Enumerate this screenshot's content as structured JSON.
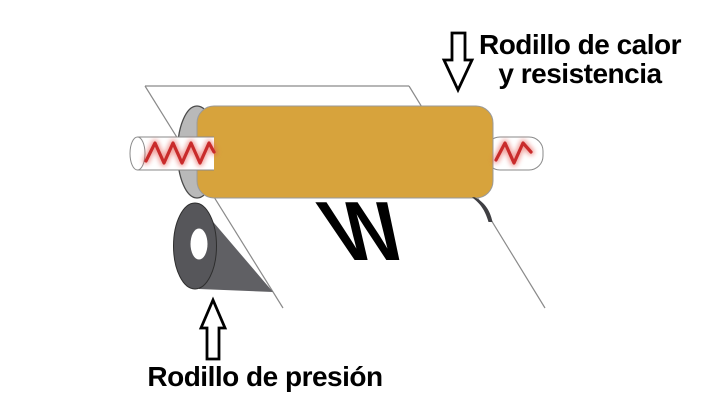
{
  "labels": {
    "heat_roller_line1": "Rodillo de calor",
    "heat_roller_line2": "y resistencia",
    "pressure_roller": "Rodillo de presión"
  },
  "paper": {
    "printed_letter": "W"
  },
  "colors": {
    "heat_roller_body": "#d7a33c",
    "heat_roller_cap": "#b9b9b9",
    "pressure_roller_front": "#56565a",
    "pressure_roller_side": "#606064",
    "roller_hole": "#ffffff",
    "heater_coil": "#c92b2b",
    "heater_coil_glow": "#e4564f",
    "paper_outline": "#8a8a8a",
    "shadow": "#3f3f43",
    "arrow_fill": "#ffffff",
    "arrow_outline": "#000000",
    "label_text": "#000000"
  }
}
